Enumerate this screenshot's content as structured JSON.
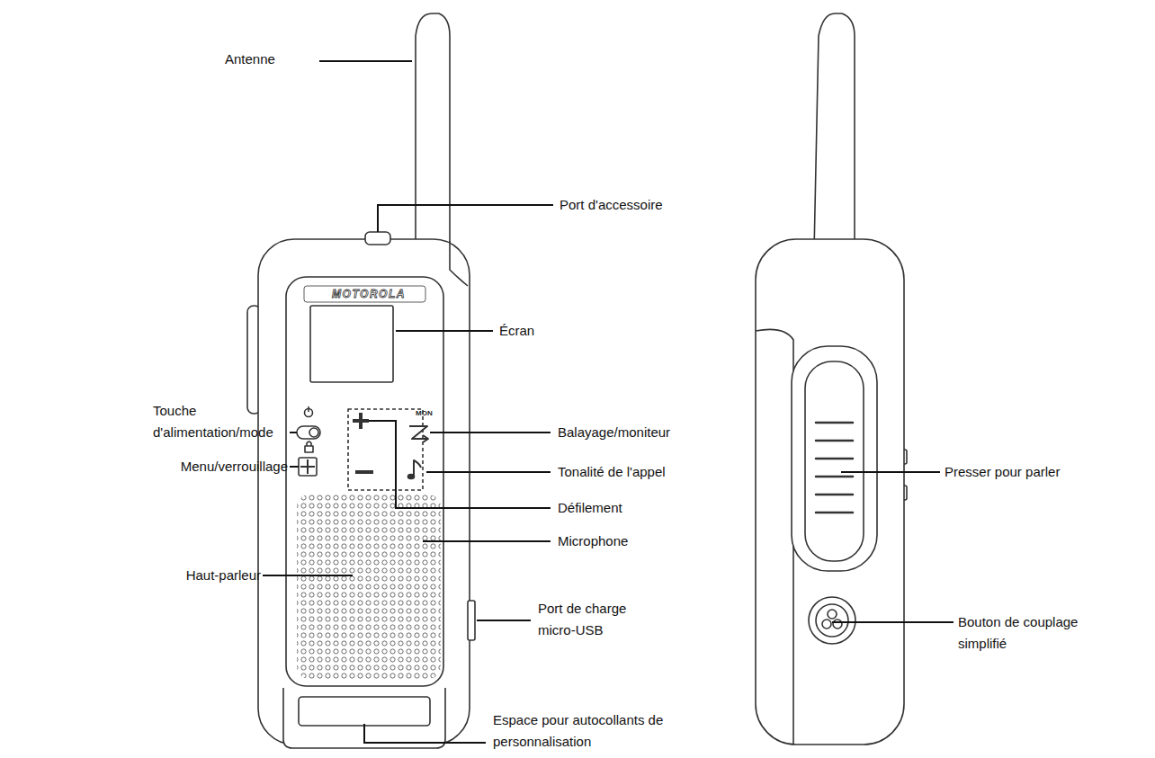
{
  "diagram": {
    "labels": [
      "Antenne",
      "Port d'accessoire",
      "MOTOROLA",
      "Écran",
      "Touche d'alimentation/mode",
      "MON",
      "Balayage/moniteur",
      "Menu/verrouillage",
      "Tonalité de l'appel",
      "Défilement",
      "Microphone",
      "Haut-parleur",
      "Port de charge micro-USB",
      "Espace pour autocollants de personnalisation",
      "Presser pour parler",
      "Bouton de couplage simplifié"
    ]
  }
}
